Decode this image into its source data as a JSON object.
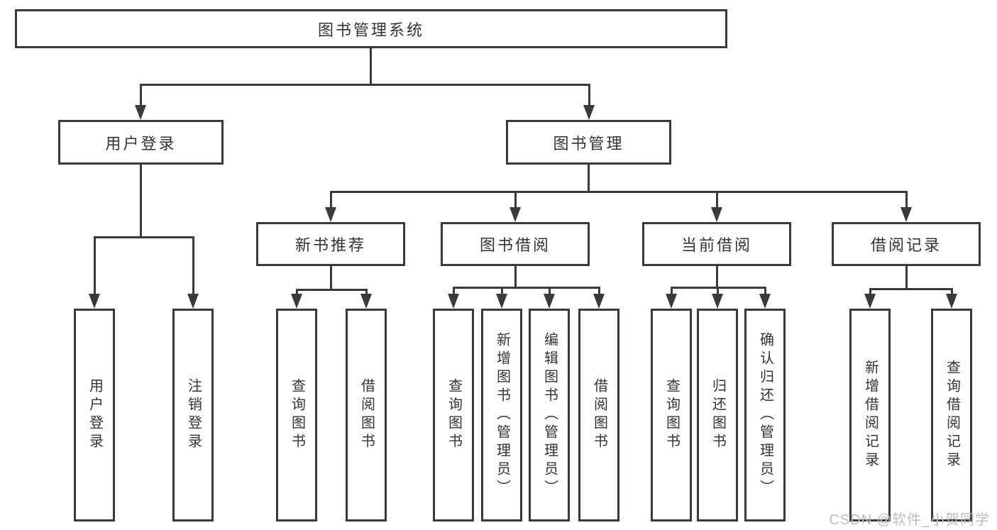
{
  "tree": {
    "root": {
      "label": "图书管理系统",
      "children": [
        {
          "label": "用户登录",
          "children": [
            {
              "label": "用户登录"
            },
            {
              "label": "注销登录"
            }
          ]
        },
        {
          "label": "图书管理",
          "children": [
            {
              "label": "新书推荐",
              "children": [
                {
                  "label": "查询图书"
                },
                {
                  "label": "借阅图书"
                }
              ]
            },
            {
              "label": "图书借阅",
              "children": [
                {
                  "label": "查询图书"
                },
                {
                  "label": "新增图书（管理员）"
                },
                {
                  "label": "编辑图书（管理员）"
                },
                {
                  "label": "借阅图书"
                }
              ]
            },
            {
              "label": "当前借阅",
              "children": [
                {
                  "label": "查询图书"
                },
                {
                  "label": "归还图书"
                },
                {
                  "label": "确认归还（管理员）"
                }
              ]
            },
            {
              "label": "借阅记录",
              "children": [
                {
                  "label": "新增借阅记录"
                },
                {
                  "label": "查询借阅记录"
                }
              ]
            }
          ]
        }
      ]
    }
  },
  "watermark": {
    "text": "CSDN @软件_小贺同学"
  },
  "colors": {
    "line": "#3a3a3a",
    "text": "#333333",
    "watermark": "#bdbdbd",
    "background": "#ffffff"
  }
}
